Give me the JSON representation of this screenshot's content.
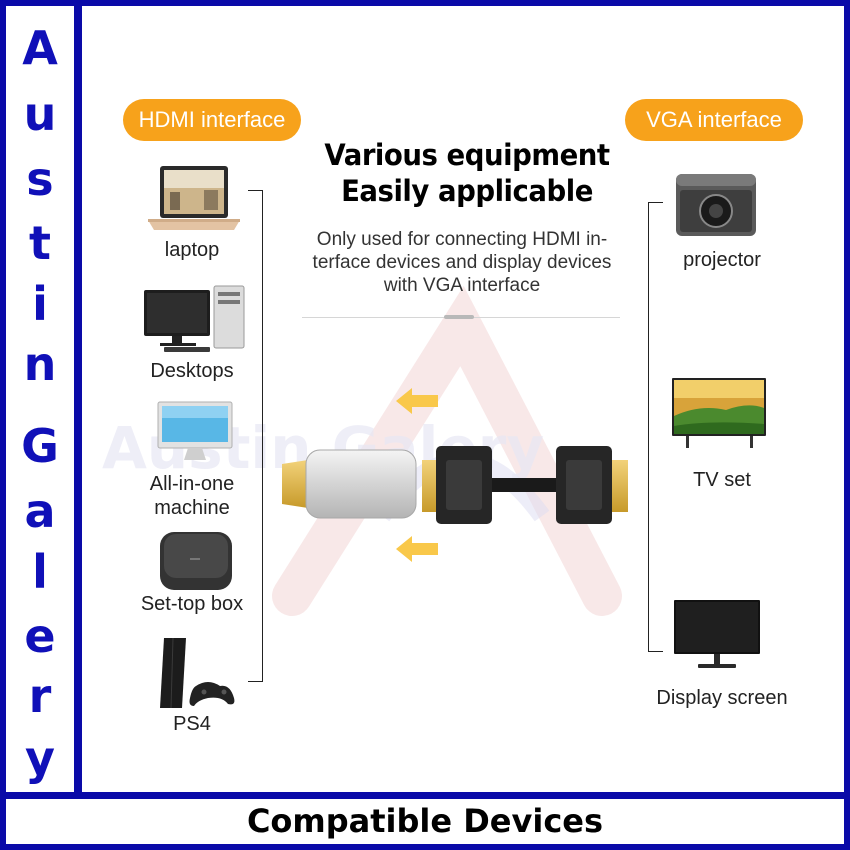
{
  "brand": {
    "letters": [
      "A",
      "u",
      "s",
      "t",
      "i",
      "n",
      "G",
      "a",
      "l",
      "e",
      "r",
      "y"
    ]
  },
  "footer": {
    "title": "Compatible Devices"
  },
  "hdmi": {
    "label": "HDMI interface",
    "devices": [
      {
        "label": "laptop",
        "icon": "laptop-icon"
      },
      {
        "label": "Desktops",
        "icon": "desktop-computer-icon"
      },
      {
        "label": "All-in-one machine",
        "icon": "all-in-one-pc-icon"
      },
      {
        "label": "Set-top box",
        "icon": "set-top-box-icon"
      },
      {
        "label": "PS4",
        "icon": "game-console-icon"
      }
    ]
  },
  "vga": {
    "label": "VGA interface",
    "devices": [
      {
        "label": "projector",
        "icon": "projector-icon"
      },
      {
        "label": "TV set",
        "icon": "tv-icon"
      },
      {
        "label": "Display screen",
        "icon": "monitor-icon"
      }
    ]
  },
  "headline": {
    "line1": "Various equipment",
    "line2": "Easily applicable"
  },
  "description": {
    "line1": "Only used for connecting HDMI in-",
    "line2": "terface devices and display devices",
    "line3": "with VGA interface"
  },
  "watermark": {
    "text": "Austin Galery"
  },
  "colors": {
    "frame": "#0a0aa8",
    "brand_text": "#1010b8",
    "pill": "#f7a21b",
    "arrow": "#f9c84a"
  }
}
